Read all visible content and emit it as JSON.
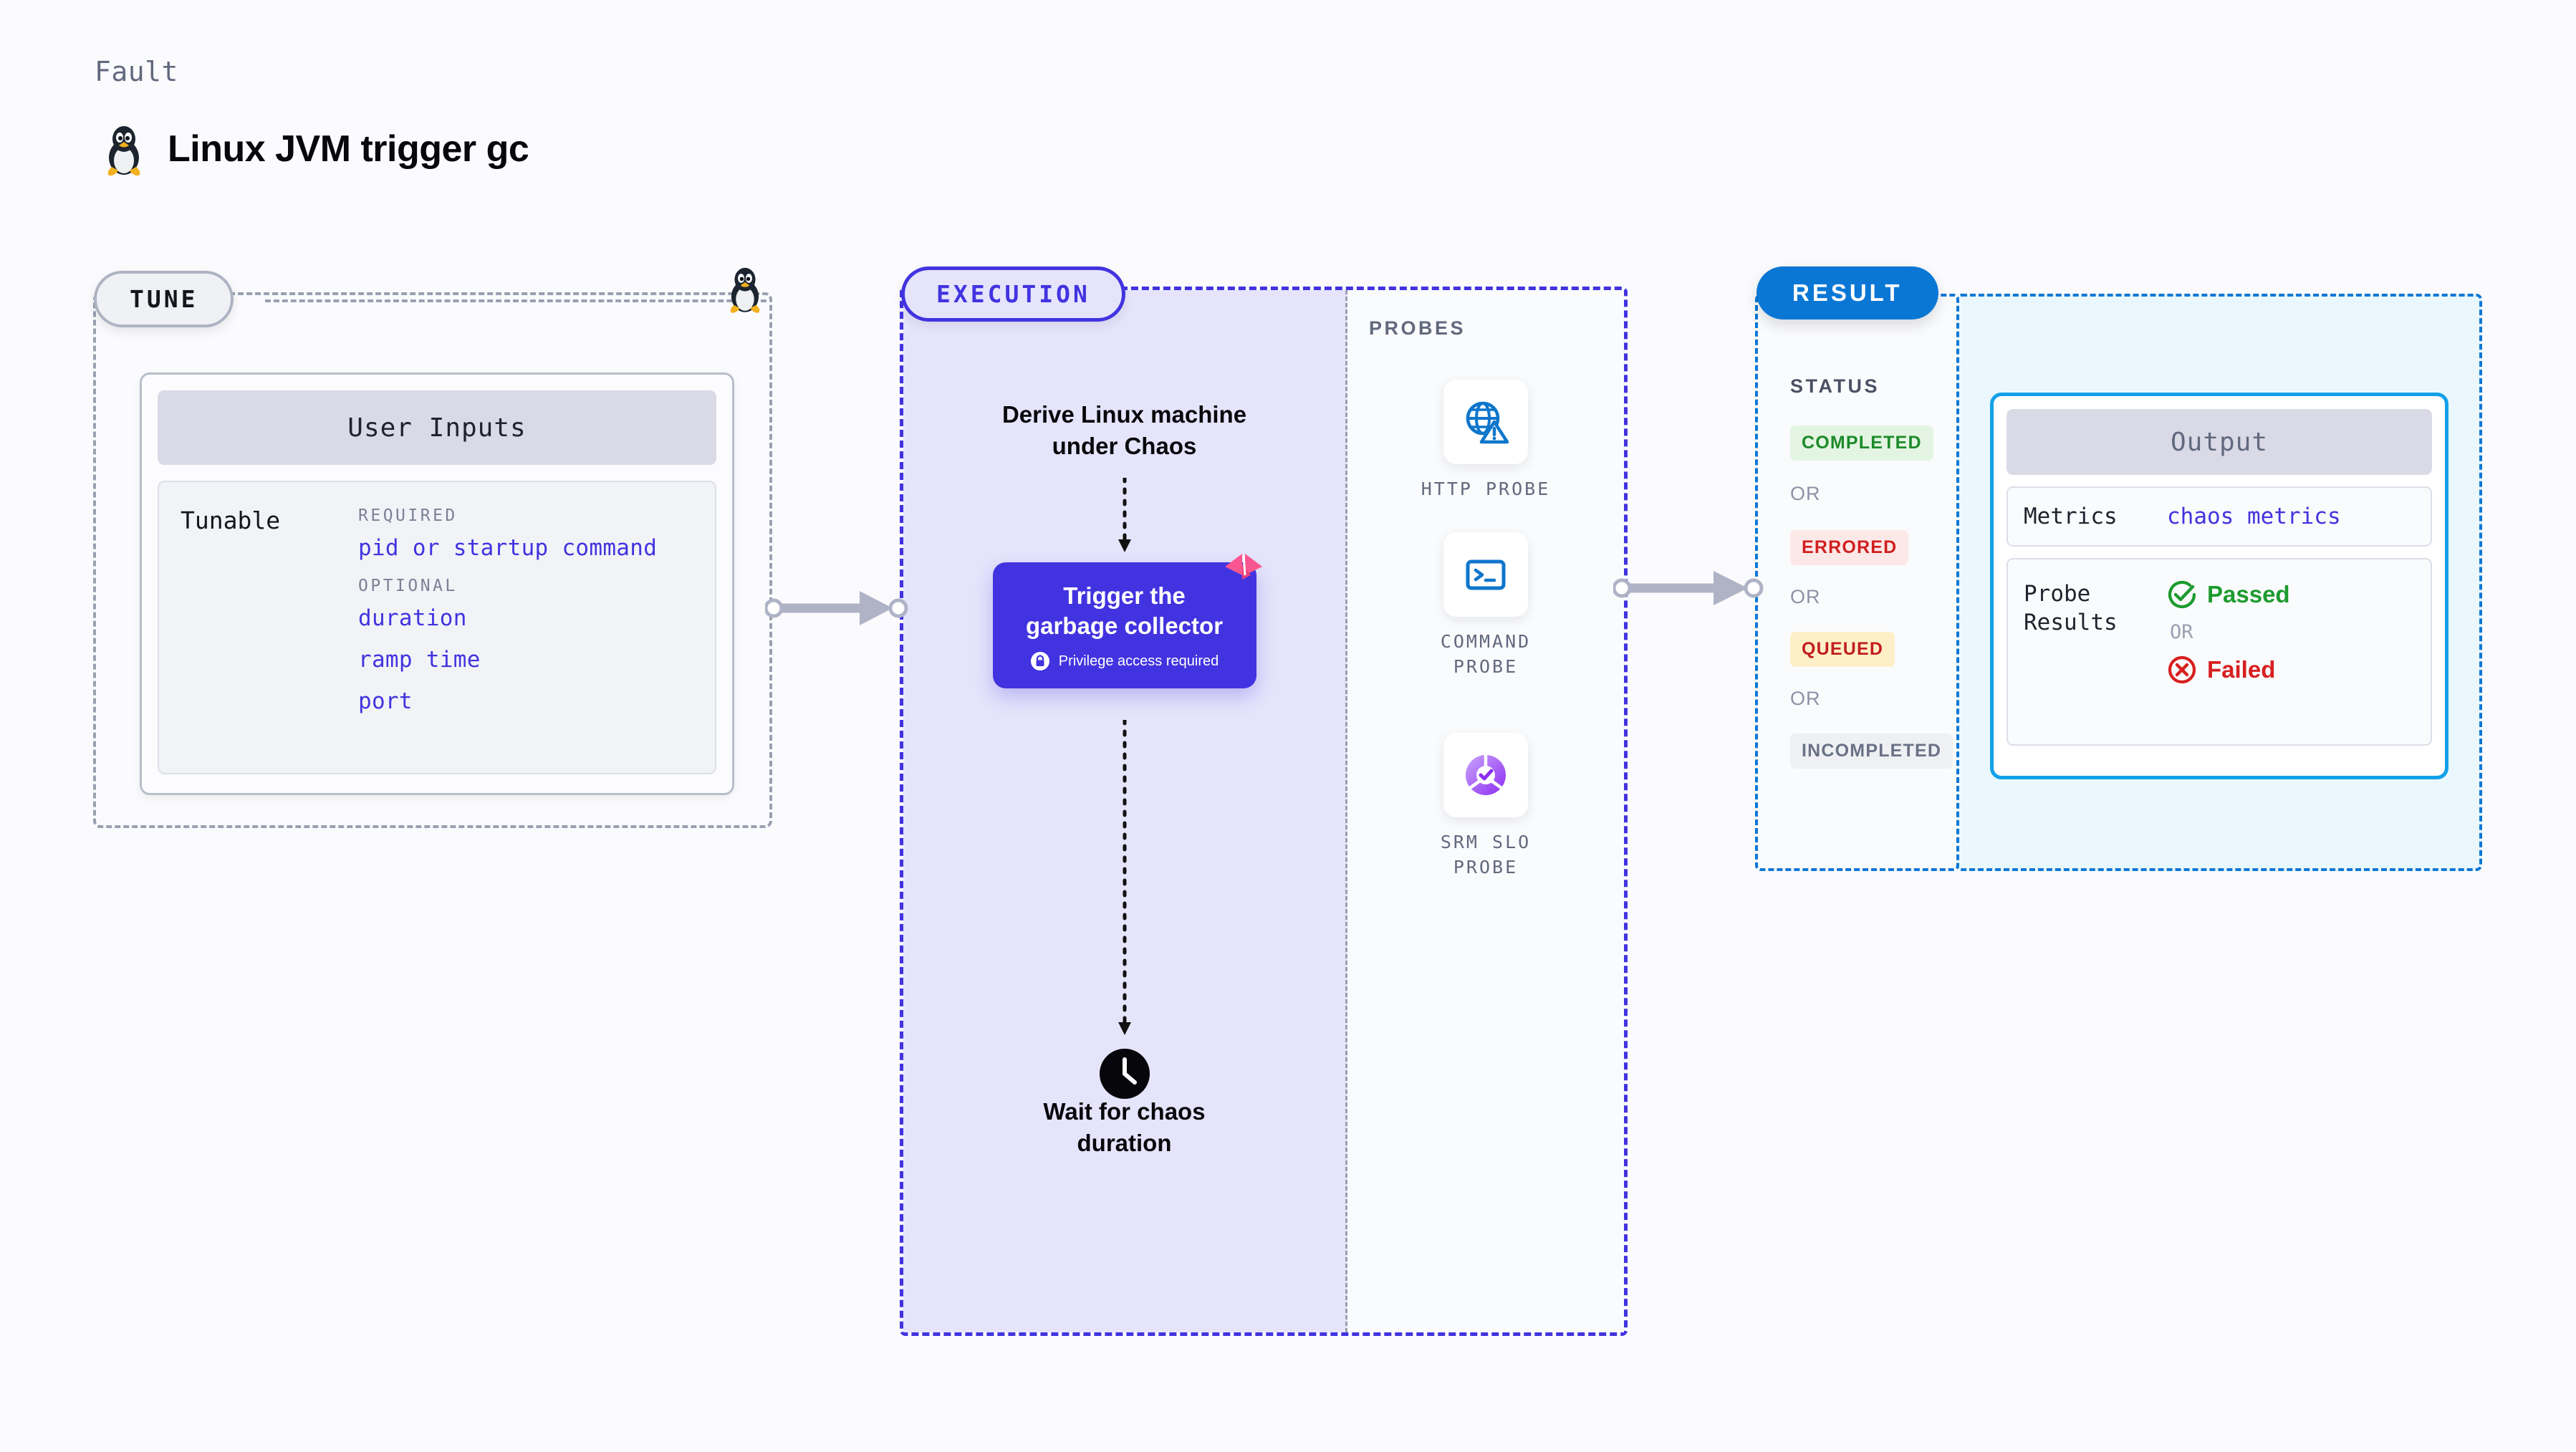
{
  "header": {
    "eyebrow": "Fault",
    "title": "Linux JVM trigger gc",
    "icon": "linux-penguin-icon"
  },
  "tune": {
    "badge": "TUNE",
    "card_title": "User Inputs",
    "tunable_label": "Tunable",
    "required_label": "REQUIRED",
    "required_items": [
      "pid or startup command"
    ],
    "optional_label": "OPTIONAL",
    "optional_items": [
      "duration",
      "ramp time",
      "port"
    ]
  },
  "execution": {
    "badge": "EXECUTION",
    "derive_step": "Derive Linux machine\nunder Chaos",
    "action_card": {
      "title": "Trigger the\ngarbage collector",
      "privilege_note": "Privilege access required",
      "lock_icon": "lock-icon",
      "ribbon_icon": "pink-ribbon-icon"
    },
    "wait_step": "Wait for chaos\nduration",
    "clock_icon": "clock-icon"
  },
  "probes": {
    "label": "PROBES",
    "items": [
      {
        "caption": "HTTP  PROBE",
        "icon": "globe-warning-icon"
      },
      {
        "caption": "COMMAND\nPROBE",
        "icon": "terminal-icon"
      },
      {
        "caption": "SRM  SLO\nPROBE",
        "icon": "slo-donut-check-icon"
      }
    ]
  },
  "result": {
    "badge": "RESULT",
    "status_label": "STATUS",
    "or_text": "OR",
    "statuses": [
      {
        "label": "COMPLETED",
        "bg": "#e3f5e2",
        "fg": "#1c8a2a"
      },
      {
        "label": "ERRORED",
        "bg": "#fde8e8",
        "fg": "#d01f1f"
      },
      {
        "label": "QUEUED",
        "bg": "#fdf0c8",
        "fg": "#c21d1d"
      },
      {
        "label": "INCOMPLETED",
        "bg": "#eef0f4",
        "fg": "#6a7186"
      }
    ]
  },
  "output": {
    "title": "Output",
    "metrics_key": "Metrics",
    "metrics_value": "chaos metrics",
    "probe_results_key": "Probe\nResults",
    "passed_label": "Passed",
    "failed_label": "Failed",
    "or_text": "OR",
    "passed_icon": "check-circle-icon",
    "failed_icon": "x-circle-icon"
  },
  "colors": {
    "accent_purple": "#4233e0",
    "accent_blue": "#0a77d5",
    "accent_cyan": "#12a0e8",
    "pass_green": "#1c9b2e",
    "fail_red": "#d81f1f",
    "gray_dash": "#9aa0b0"
  }
}
